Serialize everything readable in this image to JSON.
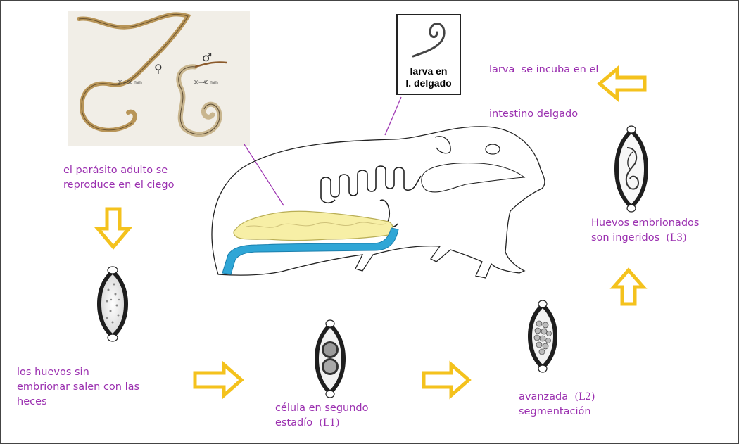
{
  "labels": {
    "adult": [
      "el parásito adulto se",
      "reproduce en el ciego"
    ],
    "unembryonated": [
      "los huevos sin",
      "embrionar salen con las",
      "heces"
    ],
    "second_stage": [
      "célula en segundo",
      "estadío"
    ],
    "second_stage_tag": "(L1)",
    "advanced_tag": "(L2)",
    "advanced": [
      "avanzada",
      "segmentación"
    ],
    "ingested": [
      "Huevos embrionados",
      "son ingeridos"
    ],
    "ingested_tag": "(L3)",
    "hatch": [
      "larva  se incuba en el",
      "intestino delgado"
    ]
  },
  "worm_inset": {
    "female_symbol": "♀",
    "male_symbol": "♂",
    "female_size": "35—50 mm",
    "male_size": "30—45 mm"
  },
  "larva_box": {
    "text": [
      "larva en",
      "l. delgado"
    ]
  },
  "colors": {
    "label": "#9b30b0",
    "arrow": "#f4c21d",
    "cecum": "#f7efa6",
    "colon": "#2fa6d6"
  }
}
